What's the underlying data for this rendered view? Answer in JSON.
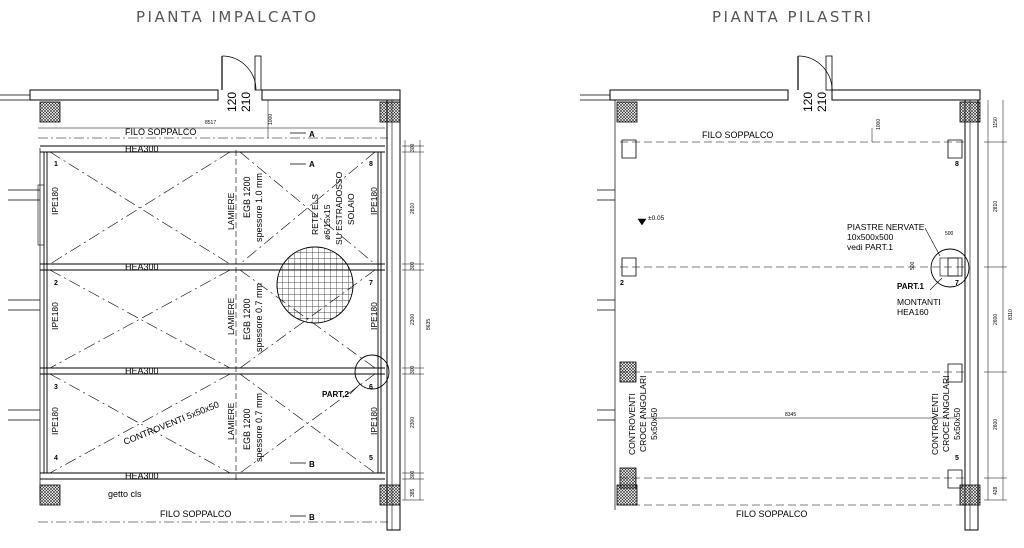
{
  "left": {
    "title": "PIANTA IMPALCATO",
    "door_120": "120",
    "door_210": "210",
    "filo_top": "FILO SOPPALCO",
    "filo_bottom": "FILO SOPPALCO",
    "dim_8517": "8517",
    "dim_1000": "1000",
    "section_a": "A",
    "section_b": "B",
    "beam_hea": "HEA300",
    "beam_ipe": "IPE180",
    "lamiere": "LAMIERE",
    "egb": "EGB 1200",
    "spess_1": "spessore 1.0 mm",
    "spess_2": "spessore 0.7 mm",
    "spess_3": "spessore 0.7 mm",
    "rete_1": "RETE ELS",
    "rete_2": "ø6/15x15",
    "rete_3": "SU ESTRADOSSO",
    "rete_4": "SOLAIO",
    "controventi": "CONTROVENTI 5x50x50",
    "part2": "PART.2",
    "getto": "getto cls",
    "nodes": [
      "1",
      "2",
      "3",
      "4",
      "5",
      "6",
      "7",
      "8"
    ],
    "dims_right": [
      "300",
      "2810",
      "300",
      "2300",
      "300",
      "2300",
      "300",
      "385"
    ],
    "dim_total": "8635"
  },
  "right": {
    "title": "PIANTA PILASTRI",
    "door_120": "120",
    "door_210": "210",
    "filo_top": "FILO SOPPALCO",
    "filo_bottom": "FILO SOPPALCO",
    "dim_1000": "1000",
    "level": "±0.05",
    "piastre_1": "PIASTRE NERVATE",
    "piastre_2": "10x500x500",
    "piastre_3": "vedi PART.1",
    "part1": "PART.1",
    "dim_500": "500",
    "dim_500b": "500",
    "montanti_1": "MONTANTI",
    "montanti_2": "HEA160",
    "dim_8345": "8345",
    "contr_l1": "CONTROVENTI",
    "contr_l2": "CROCE ANGOLARI",
    "contr_l3": "5x50x50",
    "contr_r1": "CONTROVENTI",
    "contr_r2": "CROCE ANGOLARI",
    "contr_r3": "5x50x50",
    "nodes": [
      "2",
      "7",
      "8",
      "5"
    ],
    "dims_right": [
      "1150",
      "2810",
      "2600",
      "2600",
      "428"
    ],
    "dim_total": "8110"
  }
}
